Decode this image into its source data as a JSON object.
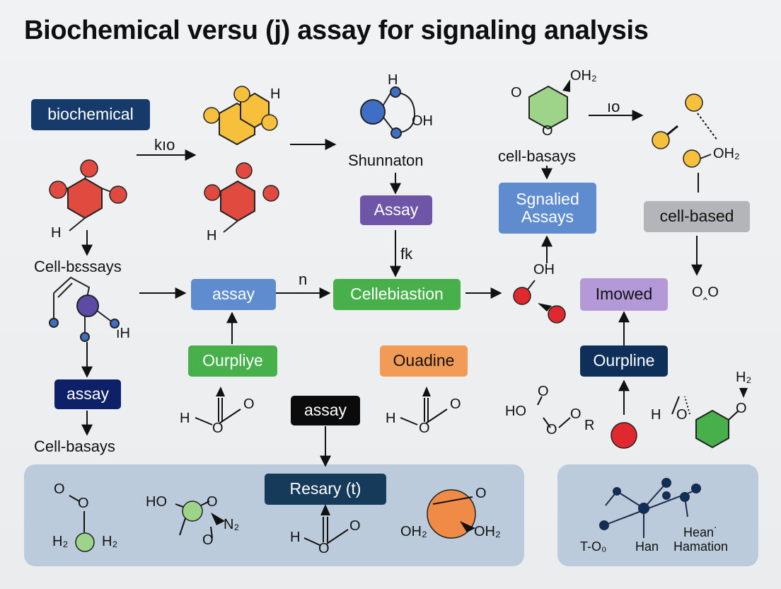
{
  "title": "Biochemical versu (j) assay for signaling analysis",
  "boxes": {
    "biochemical": "biochemical",
    "assay_top": "Assay",
    "signalied": "Sgnalied\nAssays",
    "cell_based": "cell-based",
    "assay_mid": "assay",
    "cellebiastion": "Cellebiastion",
    "imowed": "Imowed",
    "ourpliye": "Ourpliye",
    "ouadine": "Ouadine",
    "ourpline": "Ourpline",
    "assay_left": "assay",
    "assay_black": "assay",
    "resary": "Resary (t)"
  },
  "labels": {
    "kio_left": "kıo",
    "shunnaton": "Shunnaton",
    "cell_basays_top": "cell-basays",
    "io": "ıo",
    "fk": "fk",
    "n": "n",
    "cell_bassays_left": "Cell-bɛssays",
    "cell_basays_bottom": "Cell-basays"
  },
  "chem": {
    "h_hex1": "H",
    "h_hex2": "H",
    "h_hex3": "H",
    "h_circ": "H",
    "oh_circ": "OH",
    "o_ring_left": "O",
    "oh2_ring": "OH₂",
    "o_ring_bottom": "O",
    "oh2_right": "OH₂",
    "ih": "ıH",
    "oh_red": "OH",
    "o_o_right": "O‸O",
    "h_o_o_1": "H",
    "o_1a": "O",
    "o_1b": "O",
    "h_o_o_2": "H",
    "o_2a": "O",
    "o_2b": "O",
    "ho_o": "HO",
    "o_top": "O",
    "o_chain": "O",
    "o_chain2": "O",
    "r_chain": "R",
    "h2_hex": "H₂",
    "h_hex_left": "H",
    "o_hex_left": "O",
    "o_hex_right": "O",
    "p_o_top": "O",
    "p_o_mid": "O",
    "p_h2_left": "H₂",
    "p_h2_right": "H₂",
    "p_ho": "HO",
    "p_o_right": "O",
    "p_n2": "N₂",
    "p_o_bottom": "O",
    "p_h3": "H",
    "p_o3a": "O",
    "p_o3b": "O",
    "p_oh2_left": "OH₂",
    "p_oh2_right": "OH₂",
    "p_o_orange": "O",
    "p_t0": "T-O₀",
    "p_han": "Han",
    "p_hean": "Hean˙",
    "p_hamation": "Hamation"
  },
  "colors": {
    "navy": "#163b6a",
    "purple": "#6e55a8",
    "blue": "#5f8ccf",
    "green": "#47b04a",
    "orange": "#f29b57",
    "lavender": "#b399d8",
    "grey": "#b3b5b8",
    "dark_navy": "#0e2f5a",
    "black": "#0b0b0b",
    "red": "#e04a3f",
    "yellow": "#f6bf3c",
    "light_green": "#9ed48a",
    "panel": "#bccbdb"
  }
}
